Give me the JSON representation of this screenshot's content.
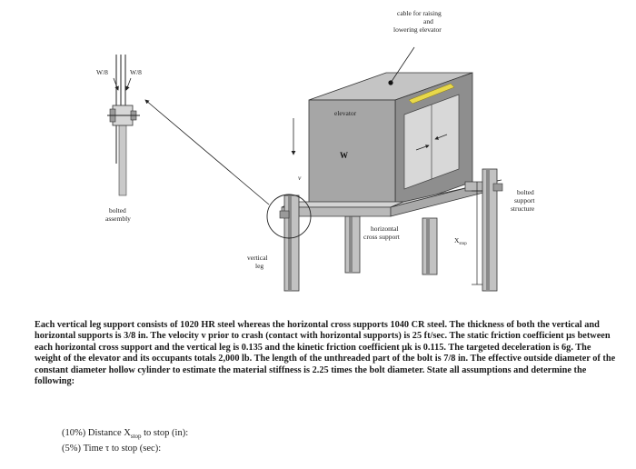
{
  "diagram": {
    "labels": {
      "cable": [
        "cable for raising",
        "and",
        "lowering elevator"
      ],
      "ws_left": "W/8",
      "ws_right": "W/8",
      "bolted_assembly": [
        "bolted",
        "assembly"
      ],
      "elevator": "elevator",
      "weight": "W",
      "velocity": "v",
      "horizontal_cross_support": [
        "horizontal",
        "cross support"
      ],
      "bolted_support_structure": [
        "bolted",
        "support",
        "structure"
      ],
      "vertical_leg": [
        "vertical",
        "leg"
      ],
      "x_stop": "X",
      "x_stop_sub": "stop"
    },
    "colors": {
      "elevator_front": "#a6a6a6",
      "elevator_side": "#8e8e8e",
      "elevator_top": "#c4c4c4",
      "steel": "#b9b9b9",
      "yellow_strip": "#e8d84a"
    }
  },
  "problem": {
    "paragraph": "Each vertical leg support consists of 1020 HR steel whereas the horizontal cross supports 1040 CR steel.  The thickness of both the vertical and horizontal supports is 3/8 in.  The velocity v prior to crash (contact with horizontal supports) is 25 ft/sec.  The static friction coefficient μs between each horizontal cross support and the vertical leg is 0.135 and the kinetic friction coefficient μk is 0.115.  The targeted deceleration is 6g.  The weight of the elevator and its occupants totals 2,000 lb.  The length of the unthreaded part of the bolt is 7/8 in.  The effective outside diameter of the constant diameter hollow cylinder to estimate the material stiffness is 2.25 times the bolt diameter.  State all assumptions and determine the following:",
    "questions": [
      {
        "pct": "(10%)",
        "text": "Distance X",
        "sub": "stop",
        "tail": " to stop (in):"
      },
      {
        "pct": "(5%)",
        "text": "Time τ to stop (sec):",
        "sub": "",
        "tail": ""
      }
    ]
  }
}
